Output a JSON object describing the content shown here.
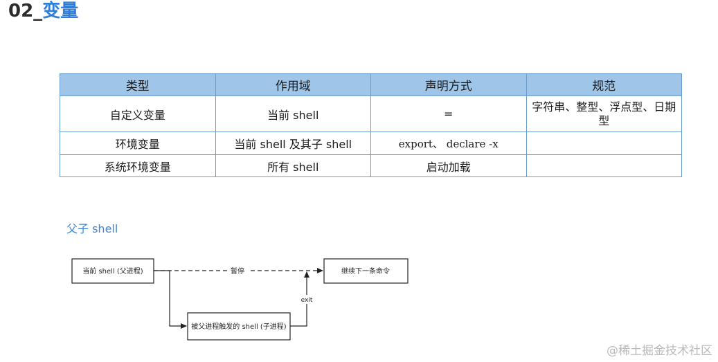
{
  "page": {
    "title_number": "02_",
    "title_topic": "变量"
  },
  "table": {
    "headers": [
      "类型",
      "作用域",
      "声明方式",
      "规范"
    ],
    "rows": [
      [
        "自定义变量",
        "当前 shell",
        "=",
        "字符串、整型、浮点型、日期型"
      ],
      [
        "环境变量",
        "当前 shell 及其子 shell",
        "export、 declare -x",
        ""
      ],
      [
        "系统环境变量",
        "所有 shell",
        "启动加载",
        ""
      ]
    ]
  },
  "section": {
    "heading": "父子 shell"
  },
  "diagram": {
    "parent_node": "当前 shell (父进程)",
    "next_node": "继续下一条命令",
    "child_node": "被父进程触发的 shell (子进程)",
    "pause_label": "暂停",
    "exit_label": "exit"
  },
  "watermark": "@稀土掘金技术社区",
  "colors": {
    "table_header_bg": "#9fc5e8",
    "table_border": "#6a9bcf",
    "accent_blue": "#2f7fd8"
  }
}
